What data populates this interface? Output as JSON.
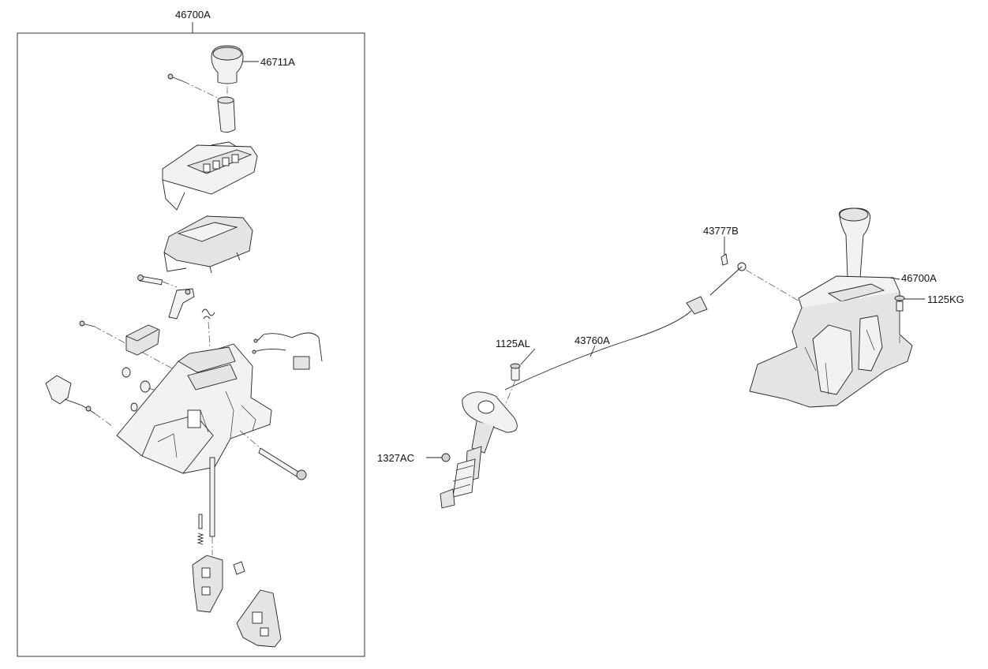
{
  "labels": {
    "assembly_box": "46700A",
    "knob": "46711A",
    "cable_clip": "43777B",
    "assembly_right": "46700A",
    "bolt_right": "1125KG",
    "bolt_cable": "1125AL",
    "cable": "43760A",
    "nut": "1327AC"
  },
  "icons": {
    "knob": "shift-knob-icon",
    "cable": "shift-cable-icon",
    "assembly": "shift-lever-assembly-icon"
  }
}
